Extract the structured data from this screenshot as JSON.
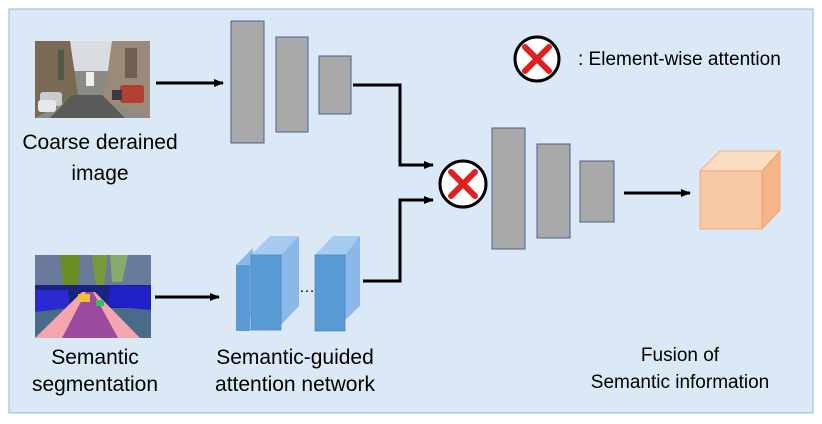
{
  "legend": {
    "symbol_icon": "red-x-circle-icon",
    "text": ": Element-wise attention"
  },
  "inputs": {
    "image_icon": "street-scene-photo",
    "image_label_line1": "Coarse derained",
    "image_label_line2": "image",
    "segmentation_icon": "semantic-segmentation-map",
    "segmentation_label_line1": "Semantic",
    "segmentation_label_line2": "segmentation"
  },
  "network": {
    "label_line1": "Semantic-guided",
    "label_line2": "attention network",
    "ellipsis": "…"
  },
  "fusion": {
    "label_line1": "Fusion of",
    "label_line2": "Semantic information"
  },
  "colors": {
    "panel_bg": "#dbe8f5",
    "panel_border": "#a6c1dd",
    "gray_block": "#a9a9aa",
    "gray_block_border": "#4a5f8a",
    "blue_block_front": "#5b9bd5",
    "blue_block_side": "#8ab8e8",
    "cube_front": "#f9c9a6",
    "cube_side": "#f5b48a",
    "cube_top": "#fcdcc3",
    "attention_red": "#e02020"
  }
}
